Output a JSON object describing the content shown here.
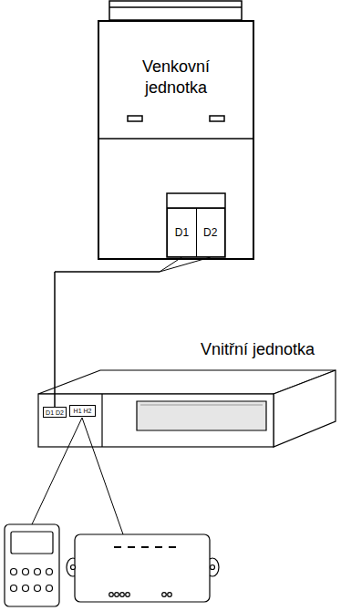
{
  "diagram": {
    "nodes": [
      {
        "text": [
          "Venkovní jednotka"
        ]
      },
      {
        "text": [
          "D1"
        ],
        "in": 0
      },
      {
        "text": [
          "D2"
        ],
        "in": 0
      },
      {
        "text": [
          "Vnitřní jednotka"
        ]
      },
      {
        "text": [
          "D1 D2"
        ],
        "in": 3
      },
      {
        "text": [
          "H1 H2"
        ],
        "in": 3
      }
    ],
    "edges": [
      {
        "from": 1,
        "to": 4,
        "arrow": "none"
      },
      {
        "from": 2,
        "to": 4,
        "arrow": "none"
      }
    ]
  }
}
